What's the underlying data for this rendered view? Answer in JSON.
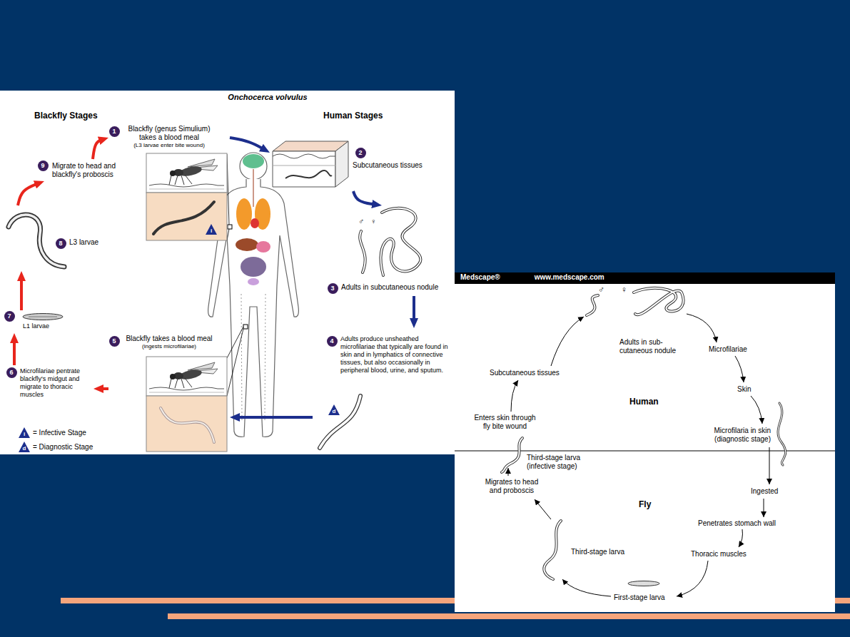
{
  "diagram": {
    "title": "Onchocerca volvulus",
    "nodes": [
      {
        "text": [
          "1",
          "Blackfly (genus Simulium) takes a blood meal",
          "(L3 larvae enter bite wound)"
        ]
      },
      {
        "text": [
          "2",
          "Subcutaneous tissues"
        ]
      },
      {
        "text": [
          "3",
          "Adults in subcutaneous nodule"
        ]
      },
      {
        "text": [
          "4",
          "Adults produce unsheathed microfilariae that typically are found in skin and in lymphatics of connective tissues, but also occasionally in peripheral blood, urine, and sputum."
        ]
      },
      {
        "text": [
          "5",
          "Blackfly takes a blood meal",
          "(ingests microfilariae)"
        ]
      },
      {
        "text": [
          "6",
          "Microfilariae pentrate blackfly's midgut and migrate to thoracic muscles"
        ]
      },
      {
        "text": [
          "7",
          "L1 larvae"
        ]
      },
      {
        "text": [
          "8",
          "L3 larvae"
        ]
      },
      {
        "text": [
          "9",
          "Migrate to head and blackfly's proboscis"
        ]
      },
      {
        "text": [
          "Medscape®",
          "www.medscape.com"
        ]
      }
    ],
    "edges": [
      {
        "from": 0,
        "to": 1,
        "arrow": "to"
      },
      {
        "from": 1,
        "to": 2,
        "arrow": "to"
      },
      {
        "from": 2,
        "to": 3,
        "arrow": "to"
      },
      {
        "from": 3,
        "to": 4,
        "arrow": "to"
      },
      {
        "from": 4,
        "to": 5,
        "arrow": "to"
      },
      {
        "from": 5,
        "to": 6,
        "arrow": "to"
      },
      {
        "from": 6,
        "to": 7,
        "arrow": "to"
      },
      {
        "from": 7,
        "to": 8,
        "arrow": "to"
      },
      {
        "from": 8,
        "to": 0,
        "arrow": "to"
      }
    ],
    "labels": [
      "Blackfly Stages",
      "Human Stages",
      "♂",
      "♀",
      "i",
      "d",
      "i",
      "d",
      "Adults in sub- cutaneous nodule",
      "Microfilariae",
      "Skin",
      "Microfilaria in skin (diagnostic stage)",
      "Human",
      "Ingested",
      "Penetrates stomach wall",
      "Thoracic muscles",
      "Fly",
      "First-stage larva",
      "Third-stage larva",
      "Migrates to head and proboscis",
      "Third-stage larva (infective stage)",
      "Enters skin through fly bite wound",
      "Subcutaneous tissues",
      "♂",
      "♀"
    ],
    "legend": [
      {
        "text": "= Infective Stage"
      },
      {
        "text": "= Diagnostic Stage"
      }
    ]
  }
}
